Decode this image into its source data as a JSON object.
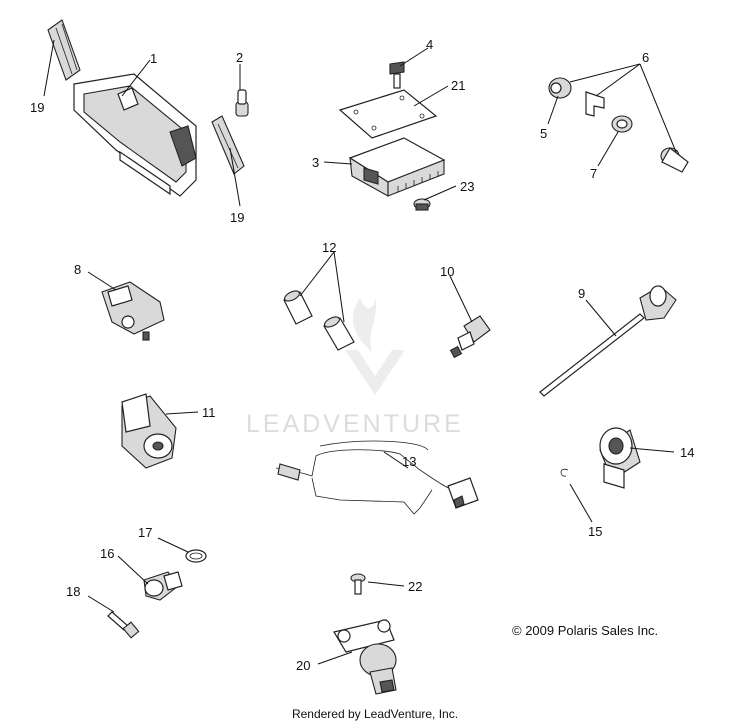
{
  "watermark": "LEADVENTURE",
  "copyright": "© 2009 Polaris Sales Inc.",
  "footer": "Rendered by LeadVenture, Inc.",
  "callouts": {
    "c1": "1",
    "c2": "2",
    "c3": "3",
    "c4": "4",
    "c5": "5",
    "c6": "6",
    "c7": "7",
    "c8": "8",
    "c9": "9",
    "c10": "10",
    "c11": "11",
    "c12": "12",
    "c13": "13",
    "c14": "14",
    "c15": "15",
    "c16": "16",
    "c17": "17",
    "c18": "18",
    "c19a": "19",
    "c19b": "19",
    "c20": "20",
    "c21": "21",
    "c22": "22",
    "c23": "23"
  }
}
